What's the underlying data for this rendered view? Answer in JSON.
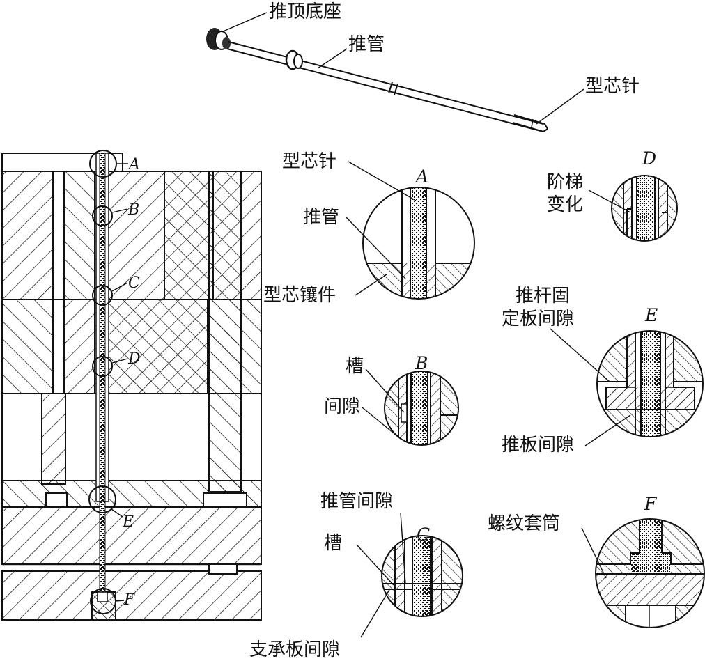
{
  "exploded_view": {
    "push_base_label": "推顶底座",
    "push_tube_label": "推管",
    "core_pin_label": "型芯针"
  },
  "section_view": {
    "markers": [
      "A",
      "B",
      "C",
      "D",
      "E",
      "F"
    ]
  },
  "details": {
    "A": {
      "letter": "A",
      "core_pin": "型芯针",
      "push_tube": "推管",
      "core_insert": "型芯镶件"
    },
    "B": {
      "letter": "B",
      "groove": "槽",
      "gap": "间隙"
    },
    "C": {
      "letter": "C",
      "tube_gap": "推管间隙",
      "groove": "槽",
      "support_gap": "支承板间隙"
    },
    "D": {
      "letter": "D",
      "step_line1": "阶梯",
      "step_line2": "变化"
    },
    "E": {
      "letter": "E",
      "fix_line1": "推杆固",
      "fix_line2": "定板间隙",
      "plate_gap": "推板间隙"
    },
    "F": {
      "letter": "F",
      "sleeve": "螺纹套筒"
    }
  },
  "colors": {
    "line": "#111111",
    "background": "#ffffff"
  }
}
